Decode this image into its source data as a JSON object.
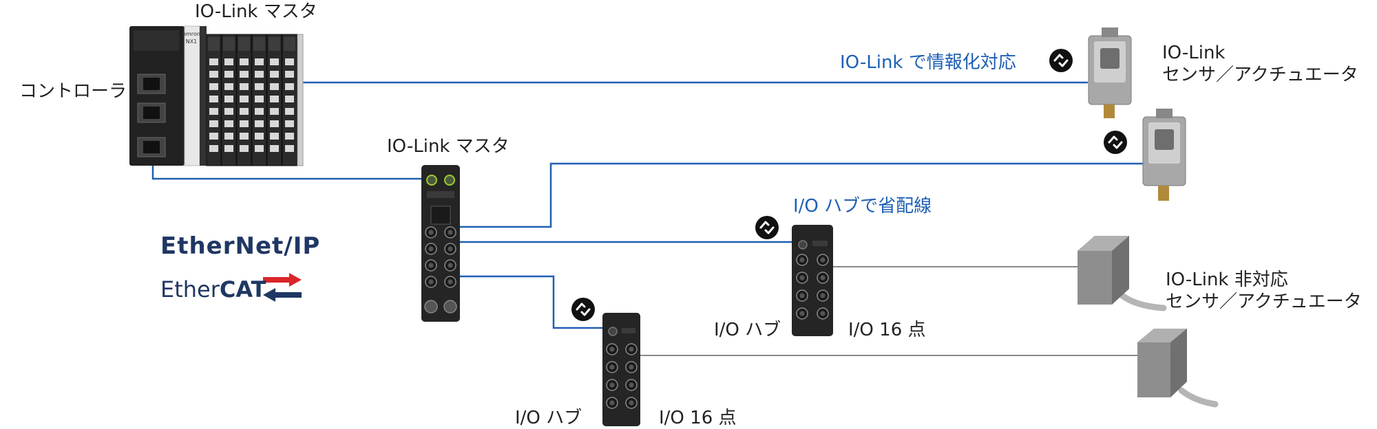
{
  "labels": {
    "iolink_master_top": "IO-Link マスタ",
    "controller": "コントローラ",
    "iolink_master_mid": "IO-Link マスタ",
    "iolink_info": "IO-Link で情報化対応",
    "iolink_sensor_1": "IO-Link",
    "iolink_sensor_2": "センサ／アクチュエータ",
    "io_hub_saving": "I/O ハブで省配線",
    "non_iolink_1": "IO-Link 非対応",
    "non_iolink_2": "センサ／アクチュエータ",
    "hub1_name": "I/O ハブ",
    "hub1_points": "I/O 16 点",
    "hub2_name": "I/O ハブ",
    "hub2_points": "I/O 16 点"
  },
  "logos": {
    "ethernet_ip": "EtherNet/IP",
    "ethercat_prefix": "Ether",
    "ethercat_suffix": "CAT"
  },
  "device_text": {
    "brand": "omron",
    "model": "NX1"
  },
  "colors": {
    "link_line": "#1e5fb4",
    "plain_line": "#888888",
    "device_dark": "#2a2a2a",
    "sensor_gray": "#9a9a9a",
    "logo_navy": "#1f3763",
    "logo_red": "#d9262b"
  }
}
